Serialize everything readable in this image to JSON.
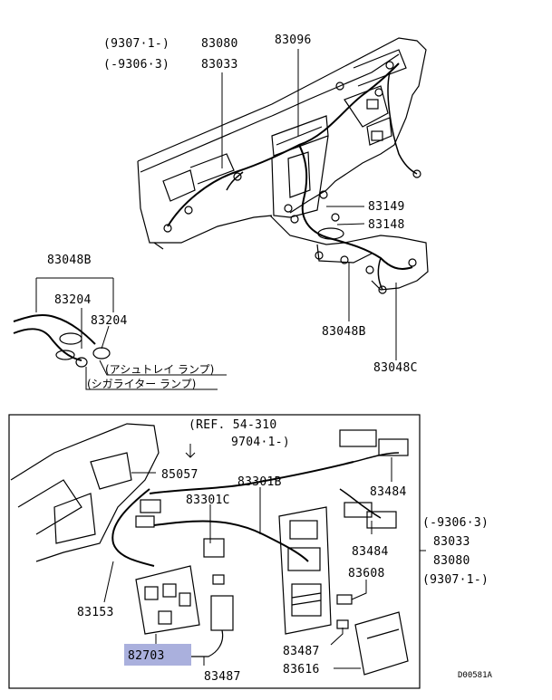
{
  "top_section": {
    "labels": {
      "date_range_a": "(9307·1-)",
      "part_83080": "83080",
      "date_range_b": "(-9306·3)",
      "part_83033": "83033",
      "part_83096": "83096",
      "part_83149": "83149",
      "part_83148": "83148",
      "part_83048b_right": "83048B",
      "part_83048c": "83048C"
    }
  },
  "left_section": {
    "labels": {
      "part_83048b": "83048B",
      "part_83204_a": "83204",
      "part_83204_b": "83204",
      "ashtray_lamp": "(アシュトレイ ランプ)",
      "cigarette_lighter_lamp": "(シガライター ランプ)"
    }
  },
  "inset": {
    "labels": {
      "ref_line1": "(REF. 54-310",
      "ref_line2": "9704·1-)",
      "part_85057": "85057",
      "part_83301b": "83301B",
      "part_83301c": "83301C",
      "part_83484_a": "83484",
      "part_83484_b": "83484",
      "part_83608": "83608",
      "part_83153": "83153",
      "part_82703": "82703",
      "part_83487_a": "83487",
      "part_83487_b": "83487",
      "part_83616": "83616"
    }
  },
  "right_callout": {
    "labels": {
      "date_range_b": "(-9306·3)",
      "part_83033": "83033",
      "part_83080": "83080",
      "date_range_a": "(9307·1-)"
    }
  },
  "footer": {
    "diagram_code": "D00581A"
  },
  "colors": {
    "highlight": "#aab0dd",
    "line": "#000000"
  }
}
